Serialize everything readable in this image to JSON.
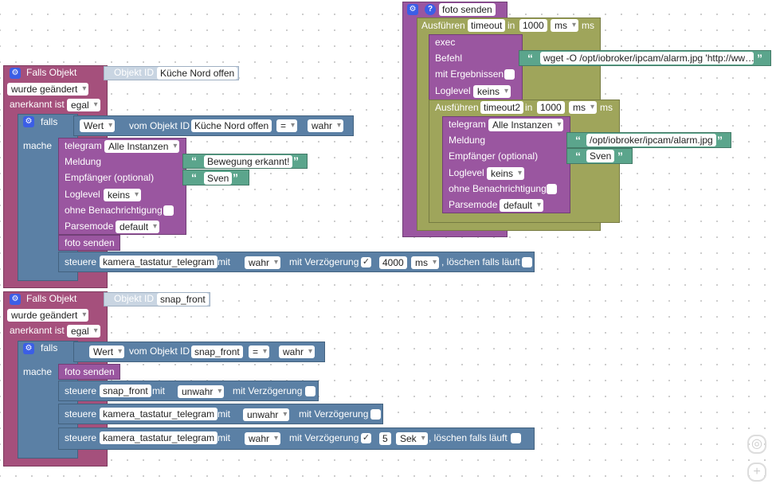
{
  "colors": {
    "event": "#a5507c",
    "control": "#5b80a5",
    "action": "#9a56a0",
    "text": "#5ba58c",
    "timer": "#9fa55b"
  },
  "b1": {
    "title": "Falls Objekt",
    "objid_label": "Objekt ID",
    "objid": "Küche Nord offen",
    "trigger": "wurde geändert",
    "ack_label": "anerkannt ist",
    "ack": "egal",
    "if_label": "falls",
    "do_label": "mache",
    "cond": {
      "wert": "Wert",
      "vom": "vom Objekt ID",
      "obj": "Küche Nord offen",
      "op": "=",
      "val": "wahr"
    },
    "tg": {
      "label": "telegram",
      "inst": "Alle Instanzen",
      "meldung_label": "Meldung",
      "meldung": "Bewegung erkannt!",
      "emp_label": "Empfänger (optional)",
      "emp": "Sven",
      "log_label": "Loglevel",
      "log": "keins",
      "silent_label": "ohne Benachrichtigung",
      "parse_label": "Parsemode",
      "parse": "default"
    },
    "foto": "foto senden",
    "ctrl": {
      "label": "steuere",
      "obj": "kamera_tastatur_telegram",
      "mit": "mit",
      "val": "wahr",
      "delay_label": "mit Verzögerung",
      "delay": "4000",
      "unit": "ms",
      "clear": ", löschen falls läuft"
    }
  },
  "b2": {
    "title": "Falls Objekt",
    "objid_label": "Objekt ID",
    "objid": "snap_front",
    "trigger": "wurde geändert",
    "ack_label": "anerkannt ist",
    "ack": "egal",
    "if_label": "falls",
    "do_label": "mache",
    "cond": {
      "wert": "Wert",
      "vom": "vom Objekt ID",
      "obj": "snap_front",
      "op": "=",
      "val": "wahr"
    },
    "foto": "foto senden",
    "c1": {
      "label": "steuere",
      "obj": "snap_front",
      "mit": "mit",
      "val": "unwahr",
      "delay_label": "mit Verzögerung"
    },
    "c2": {
      "label": "steuere",
      "obj": "kamera_tastatur_telegram",
      "mit": "mit",
      "val": "unwahr",
      "delay_label": "mit Verzögerung"
    },
    "c3": {
      "label": "steuere",
      "obj": "kamera_tastatur_telegram",
      "mit": "mit",
      "val": "wahr",
      "delay_label": "mit Verzögerung",
      "delay": "5",
      "unit": "Sek",
      "clear": ", löschen falls läuft"
    }
  },
  "fn": {
    "name": "foto senden",
    "t1": {
      "label": "Ausführen",
      "name": "timeout",
      "in": "in",
      "val": "1000",
      "unit": "ms",
      "suffix": "ms"
    },
    "exec": {
      "label": "exec",
      "cmd_label": "Befehl",
      "cmd": "wget -O /opt/iobroker/ipcam/alarm.jpg 'http://ww…",
      "res_label": "mit Ergebnissen",
      "log_label": "Loglevel",
      "log": "keins"
    },
    "t2": {
      "label": "Ausführen",
      "name": "timeout2",
      "in": "in",
      "val": "1000",
      "unit": "ms",
      "suffix": "ms"
    },
    "tg": {
      "label": "telegram",
      "inst": "Alle Instanzen",
      "meldung_label": "Meldung",
      "meldung": "/opt/iobroker/ipcam/alarm.jpg",
      "emp_label": "Empfänger (optional)",
      "emp": "Sven",
      "log_label": "Loglevel",
      "log": "keins",
      "silent_label": "ohne Benachrichtigung",
      "parse_label": "Parsemode",
      "parse": "default"
    }
  },
  "workspace": {
    "center_icon": "target-icon",
    "zoom_in_icon": "plus-icon"
  }
}
